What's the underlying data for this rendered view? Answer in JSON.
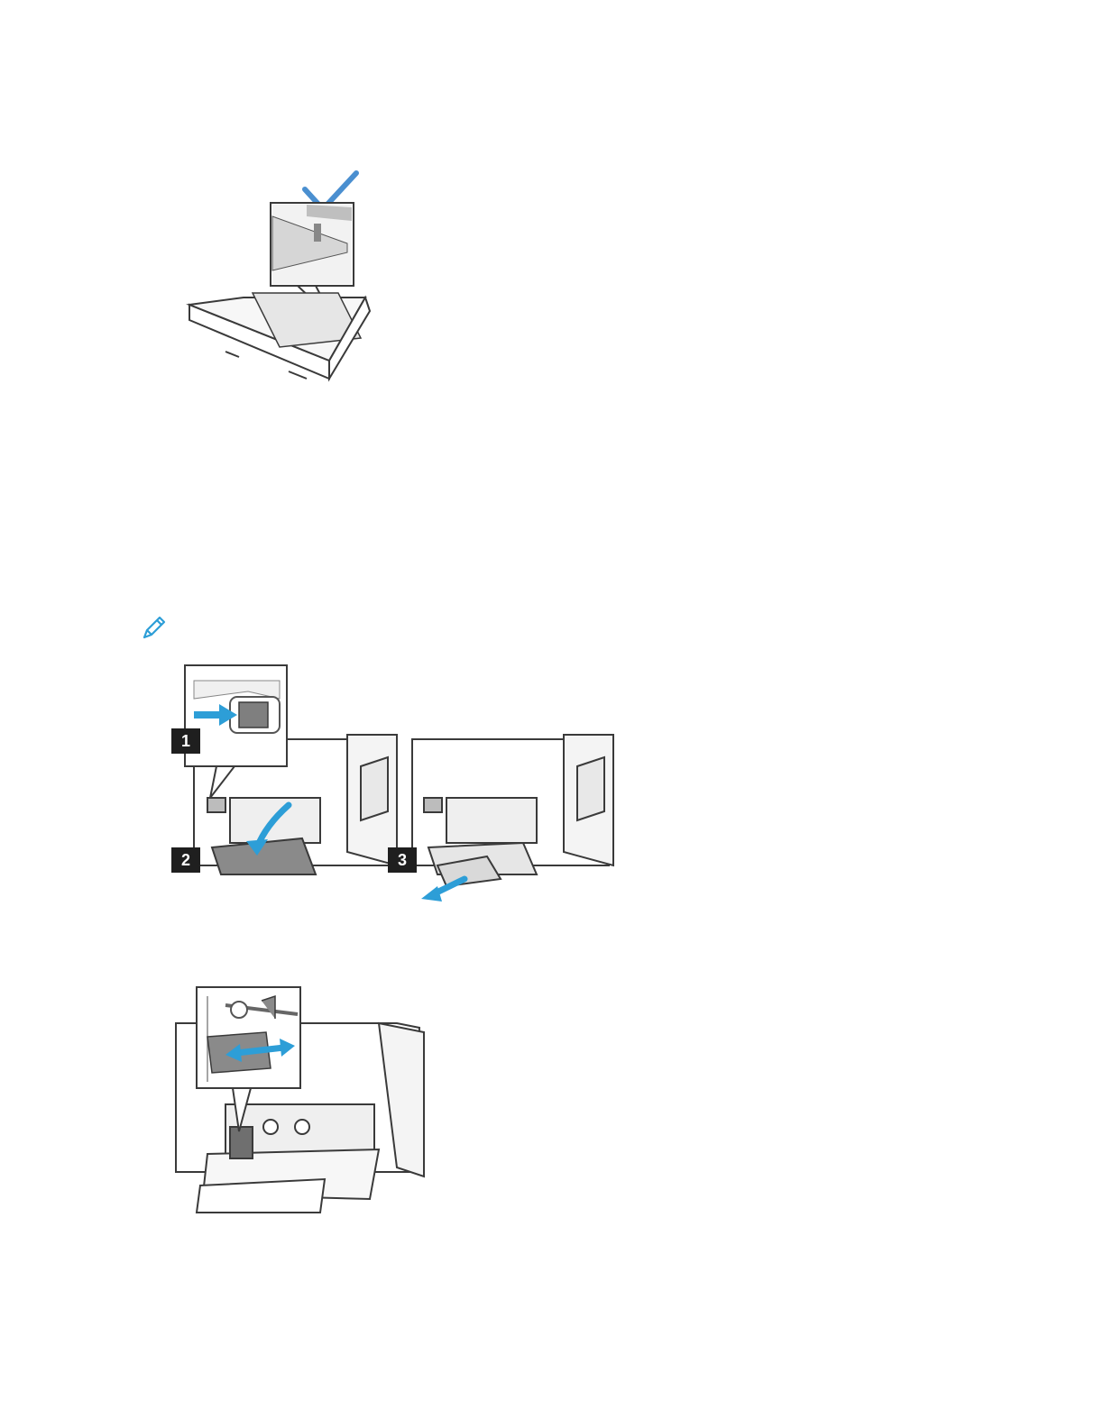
{
  "page": {
    "background": "#ffffff"
  },
  "colors": {
    "accent": "#2d9ed7",
    "checkmark": "#4a8fd0",
    "line": "#3a3a3a",
    "paper": "#e6e6e6",
    "badge": "#1f1f1f"
  },
  "icons": {
    "note": "pencil-icon",
    "check": "checkmark-icon"
  },
  "steps": [
    {
      "label": "1"
    },
    {
      "label": "2"
    },
    {
      "label": "3"
    }
  ]
}
